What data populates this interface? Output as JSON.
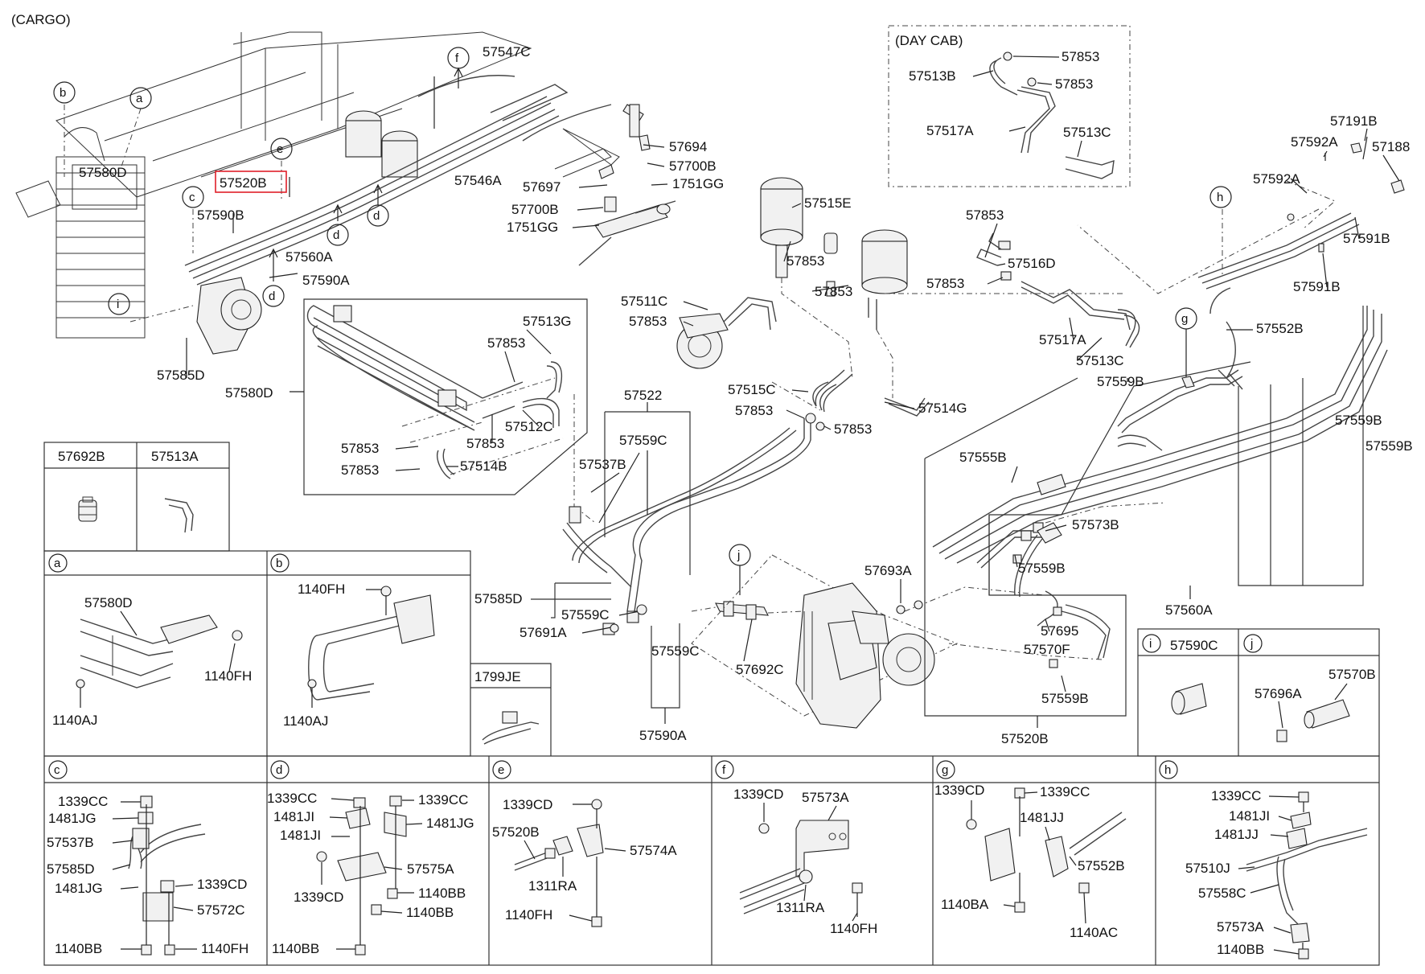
{
  "header": {
    "model_note": "(CARGO)",
    "day_cab": "(DAY CAB)"
  },
  "callouts": {
    "a": "a",
    "b": "b",
    "c": "c",
    "d": "d",
    "e": "e",
    "f": "f",
    "g": "g",
    "h": "h",
    "i": "i",
    "j": "j"
  },
  "parts": {
    "p57547C": "57547C",
    "p57546A": "57546A",
    "p57580D": "57580D",
    "p57520B": "57520B",
    "p57590B": "57590B",
    "p57560A": "57560A",
    "p57590A": "57590A",
    "p57585D": "57585D",
    "p57694": "57694",
    "p57700B": "57700B",
    "p57697": "57697",
    "p1751GG": "1751GG",
    "p57853": "57853",
    "p57513B": "57513B",
    "p57517A": "57517A",
    "p57513C": "57513C",
    "p57191B": "57191B",
    "p57592A": "57592A",
    "p57188": "57188",
    "p57591B": "57591B",
    "p57515E": "57515E",
    "p57516D": "57516D",
    "p57511C": "57511C",
    "p57513G": "57513G",
    "p57512C": "57512C",
    "p57514B": "57514B",
    "p57515C": "57515C",
    "p57514G": "57514G",
    "p57552B": "57552B",
    "p57559B": "57559B",
    "p57522": "57522",
    "p57559C": "57559C",
    "p57537B": "57537B",
    "p57555B": "57555B",
    "p57573B": "57573B",
    "p57693A": "57693A",
    "p57691A": "57691A",
    "p57692C": "57692C",
    "p57695": "57695",
    "p57570F": "57570F",
    "p57692B": "57692B",
    "p57513A": "57513A",
    "p1140FH": "1140FH",
    "p1140AJ": "1140AJ",
    "p1799JE": "1799JE",
    "p57590C": "57590C",
    "p57570B": "57570B",
    "p57696A": "57696A",
    "p1339CC": "1339CC",
    "p1481JG": "1481JG",
    "p1339CD": "1339CD",
    "p57572C": "57572C",
    "p1140BB": "1140BB",
    "p1481JI": "1481JI",
    "p57575A": "57575A",
    "p1311RA": "1311RA",
    "p57574A": "57574A",
    "p57573A": "57573A",
    "p1481JJ": "1481JJ",
    "p1140BA": "1140BA",
    "p1140AC": "1140AC",
    "p57510J": "57510J",
    "p57558C": "57558C"
  },
  "colors": {
    "highlight": "#e0202a",
    "line": "#222222"
  }
}
